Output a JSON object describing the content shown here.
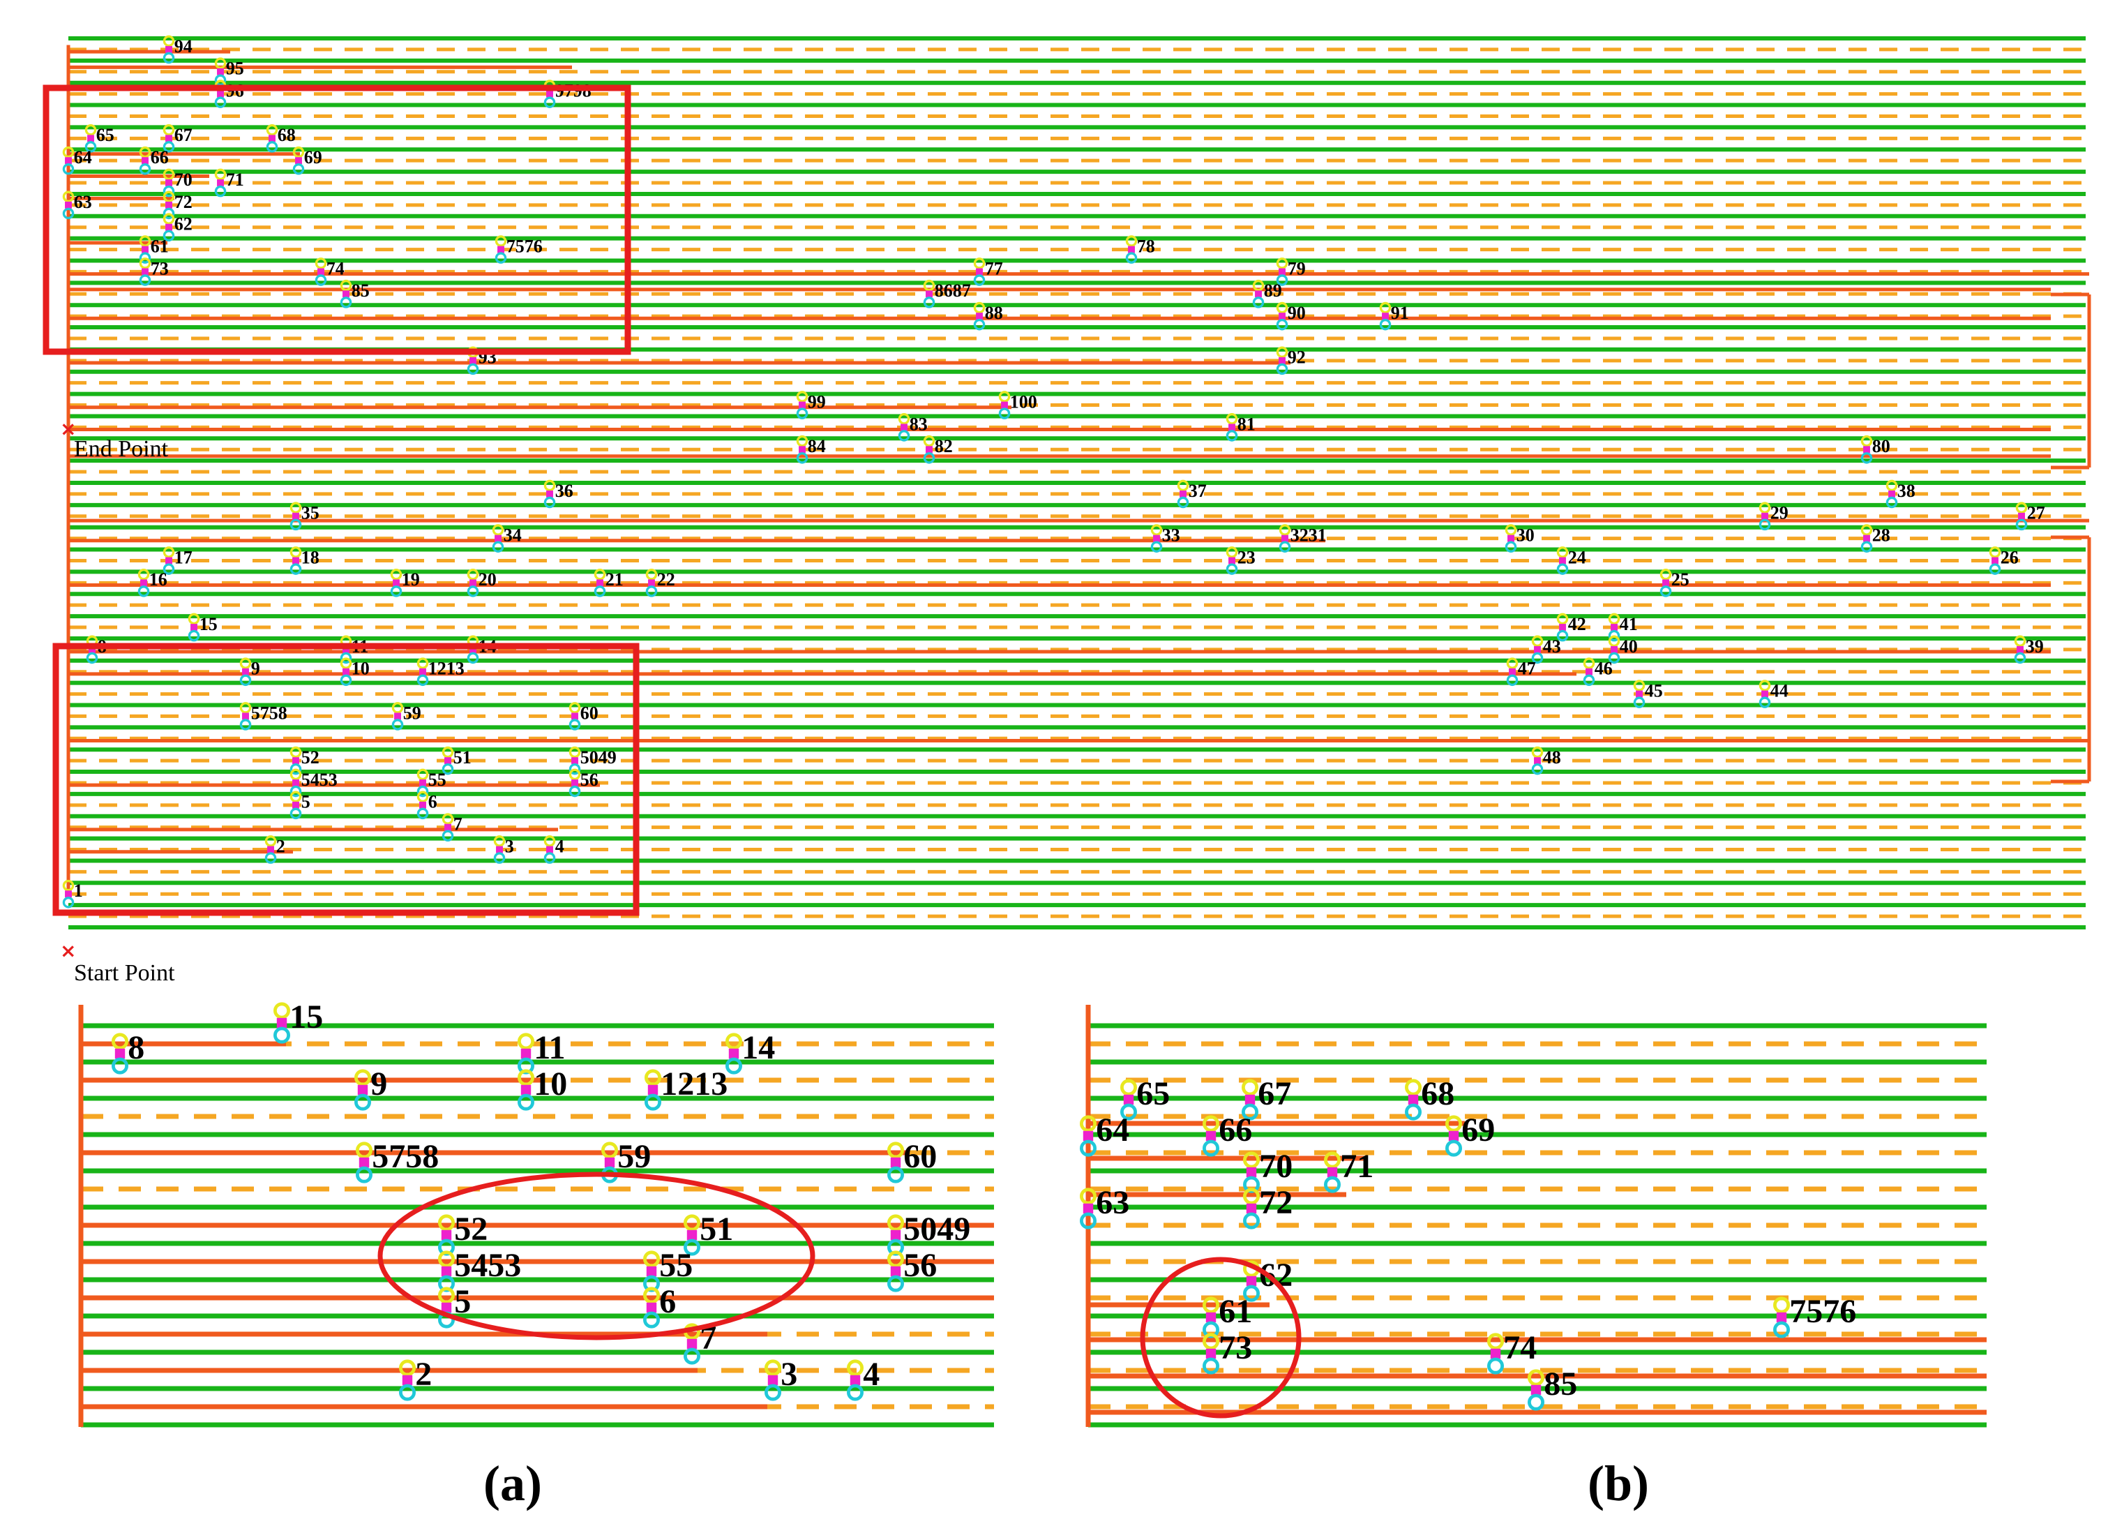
{
  "colors": {
    "row_line": "#18b418",
    "dashed_line": "#f5a623",
    "route": "#f05a1e",
    "highlight": "#e61e1e",
    "pin_yellow": "#e8e820",
    "pin_magenta": "#ee22cc",
    "pin_cyan": "#20c8d8",
    "endpoint_marker": "#e61e1e"
  },
  "main": {
    "end_label": "End Point",
    "start_label": "Start Point",
    "nodes": [
      {
        "id": "94",
        "row": 0
      },
      {
        "id": "95",
        "row": 1
      },
      {
        "id": "96",
        "row": 2
      },
      {
        "id": "9798",
        "row": 2
      },
      {
        "id": "65",
        "row": 4
      },
      {
        "id": "67",
        "row": 4
      },
      {
        "id": "68",
        "row": 4
      },
      {
        "id": "64",
        "row": 5
      },
      {
        "id": "66",
        "row": 5
      },
      {
        "id": "69",
        "row": 5
      },
      {
        "id": "70",
        "row": 6
      },
      {
        "id": "71",
        "row": 6
      },
      {
        "id": "63",
        "row": 7
      },
      {
        "id": "72",
        "row": 7
      },
      {
        "id": "62",
        "row": 8
      },
      {
        "id": "61",
        "row": 9
      },
      {
        "id": "7576",
        "row": 9
      },
      {
        "id": "78",
        "row": 9
      },
      {
        "id": "73",
        "row": 10
      },
      {
        "id": "74",
        "row": 10
      },
      {
        "id": "77",
        "row": 10
      },
      {
        "id": "79",
        "row": 10
      },
      {
        "id": "85",
        "row": 11
      },
      {
        "id": "8687",
        "row": 11
      },
      {
        "id": "89",
        "row": 11
      },
      {
        "id": "88",
        "row": 12
      },
      {
        "id": "90",
        "row": 12
      },
      {
        "id": "91",
        "row": 12
      },
      {
        "id": "93",
        "row": 14
      },
      {
        "id": "92",
        "row": 14
      },
      {
        "id": "99",
        "row": 16
      },
      {
        "id": "100",
        "row": 16
      },
      {
        "id": "83",
        "row": 17
      },
      {
        "id": "81",
        "row": 17
      },
      {
        "id": "84",
        "row": 18
      },
      {
        "id": "82",
        "row": 18
      },
      {
        "id": "80",
        "row": 18
      },
      {
        "id": "36",
        "row": 20
      },
      {
        "id": "37",
        "row": 20
      },
      {
        "id": "38",
        "row": 20
      },
      {
        "id": "35",
        "row": 21
      },
      {
        "id": "29",
        "row": 21
      },
      {
        "id": "27",
        "row": 21
      },
      {
        "id": "34",
        "row": 22
      },
      {
        "id": "33",
        "row": 22
      },
      {
        "id": "3231",
        "row": 22
      },
      {
        "id": "30",
        "row": 22
      },
      {
        "id": "28",
        "row": 22
      },
      {
        "id": "17",
        "row": 23
      },
      {
        "id": "18",
        "row": 23
      },
      {
        "id": "23",
        "row": 23
      },
      {
        "id": "24",
        "row": 23
      },
      {
        "id": "26",
        "row": 23
      },
      {
        "id": "16",
        "row": 24
      },
      {
        "id": "19",
        "row": 24
      },
      {
        "id": "20",
        "row": 24
      },
      {
        "id": "21",
        "row": 24
      },
      {
        "id": "22",
        "row": 24
      },
      {
        "id": "25",
        "row": 24
      },
      {
        "id": "15",
        "row": 26
      },
      {
        "id": "42",
        "row": 26
      },
      {
        "id": "41",
        "row": 26
      },
      {
        "id": "8",
        "row": 27
      },
      {
        "id": "11",
        "row": 27
      },
      {
        "id": "14",
        "row": 27
      },
      {
        "id": "43",
        "row": 27
      },
      {
        "id": "40",
        "row": 27
      },
      {
        "id": "39",
        "row": 27
      },
      {
        "id": "9",
        "row": 28
      },
      {
        "id": "10",
        "row": 28
      },
      {
        "id": "1213",
        "row": 28
      },
      {
        "id": "47",
        "row": 28
      },
      {
        "id": "46",
        "row": 28
      },
      {
        "id": "45",
        "row": 29
      },
      {
        "id": "44",
        "row": 29
      },
      {
        "id": "5758",
        "row": 30
      },
      {
        "id": "59",
        "row": 30
      },
      {
        "id": "60",
        "row": 30
      },
      {
        "id": "52",
        "row": 32
      },
      {
        "id": "51",
        "row": 32
      },
      {
        "id": "5049",
        "row": 32
      },
      {
        "id": "48",
        "row": 32
      },
      {
        "id": "5453",
        "row": 33
      },
      {
        "id": "55",
        "row": 33
      },
      {
        "id": "56",
        "row": 33
      },
      {
        "id": "5",
        "row": 34
      },
      {
        "id": "6",
        "row": 34
      },
      {
        "id": "7",
        "row": 35
      },
      {
        "id": "2",
        "row": 36
      },
      {
        "id": "3",
        "row": 36
      },
      {
        "id": "4",
        "row": 36
      },
      {
        "id": "1",
        "row": 38
      }
    ]
  },
  "inset_a": {
    "caption": "(a)",
    "nodes": [
      "15",
      "8",
      "11",
      "14",
      "9",
      "10",
      "1213",
      "5758",
      "59",
      "60",
      "52",
      "51",
      "5049",
      "5453",
      "55",
      "56",
      "5",
      "6",
      "7",
      "2",
      "3",
      "4"
    ]
  },
  "inset_b": {
    "caption": "(b)",
    "nodes": [
      "65",
      "67",
      "68",
      "64",
      "66",
      "69",
      "70",
      "71",
      "63",
      "72",
      "62",
      "61",
      "7576",
      "73",
      "74",
      "85"
    ]
  }
}
